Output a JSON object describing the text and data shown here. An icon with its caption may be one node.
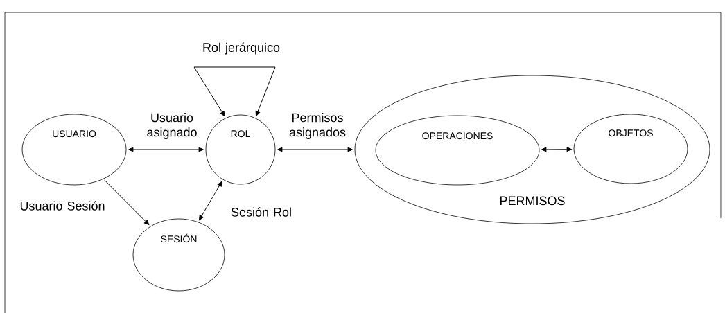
{
  "diagram": {
    "nodes": [
      {
        "text": [
          "USUARIO"
        ]
      },
      {
        "text": [
          "ROL"
        ]
      },
      {
        "text": [
          "SESIÓN"
        ]
      },
      {
        "text": [
          "PERMISOS"
        ]
      },
      {
        "text": [
          "OPERACIONES"
        ],
        "in": 3
      },
      {
        "text": [
          "OBJETOS"
        ],
        "in": 3
      }
    ],
    "edges": [
      {
        "from": 0,
        "to": 1,
        "arrow": "both",
        "label": "Usuario asignado"
      },
      {
        "from": 1,
        "to": 1,
        "arrow": "both",
        "label": "Rol jerárquico"
      },
      {
        "from": 0,
        "to": 2,
        "arrow": "to",
        "label": "Usuario Sesión"
      },
      {
        "from": 2,
        "to": 1,
        "arrow": "both",
        "label": "Sesión Rol"
      },
      {
        "from": 1,
        "to": 3,
        "arrow": "both",
        "label": "Permisos asignados"
      },
      {
        "from": 4,
        "to": 5,
        "arrow": "both"
      }
    ]
  }
}
